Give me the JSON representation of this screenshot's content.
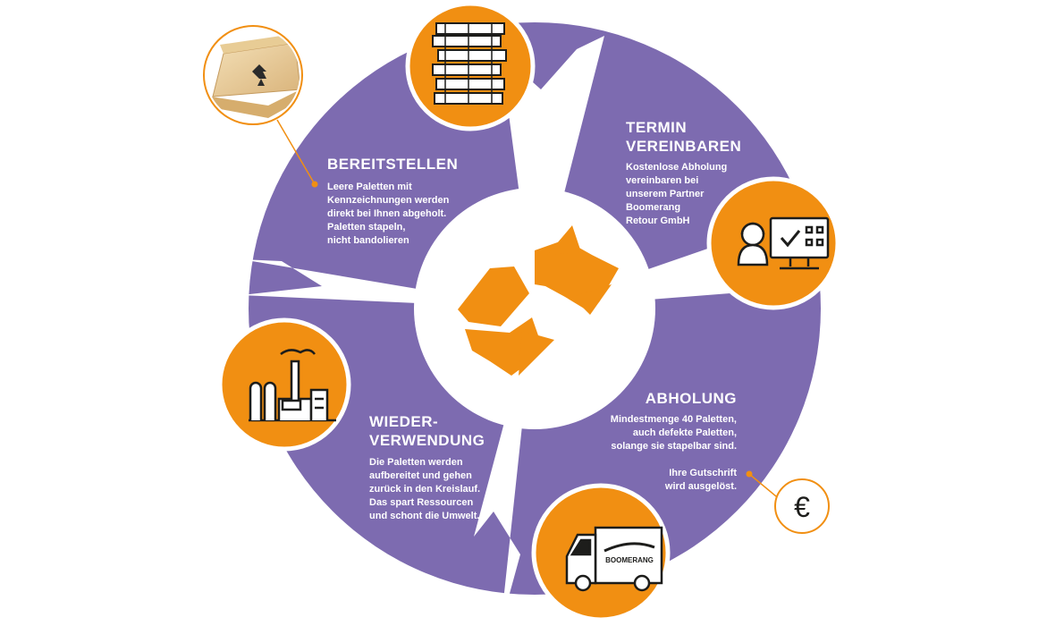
{
  "colors": {
    "purple": "#7d6bb0",
    "orange": "#f18f12",
    "white": "#ffffff",
    "dark": "#1d1d1b"
  },
  "steps": [
    {
      "title_lines": [
        "BEREITSTELLEN"
      ],
      "body_lines": [
        "Leere Paletten mit",
        "Kennzeichnungen werden",
        "direkt bei Ihnen abgeholt.",
        "Paletten stapeln,",
        "nicht bandolieren"
      ],
      "icon": "pallet-stack-icon"
    },
    {
      "title_lines": [
        "TERMIN",
        "VEREINBAREN"
      ],
      "body_lines": [
        "Kostenlose Abholung",
        "vereinbaren bei",
        "unserem Partner",
        "Boomerang",
        "Retour GmbH"
      ],
      "icon": "call-center-icon"
    },
    {
      "title_lines": [
        "ABHOLUNG"
      ],
      "body_lines": [
        "Mindestmenge 40 Paletten,",
        "auch defekte Paletten,",
        "solange sie stapelbar sind.",
        "",
        "Ihre Gutschrift",
        "wird ausgelöst."
      ],
      "icon": "truck-icon"
    },
    {
      "title_lines": [
        "WIEDER-",
        "VERWENDUNG"
      ],
      "body_lines": [
        "Die Paletten werden",
        "aufbereitet und gehen",
        "zurück in den Kreislauf.",
        "Das spart Ressourcen",
        "und schont die Umwelt."
      ],
      "icon": "factory-icon"
    }
  ],
  "truck_brand": "BOOMERANG",
  "currency_symbol": "€",
  "center_icon": "recycle-arrows-icon",
  "photo_icon": "wooden-pallet-photo"
}
